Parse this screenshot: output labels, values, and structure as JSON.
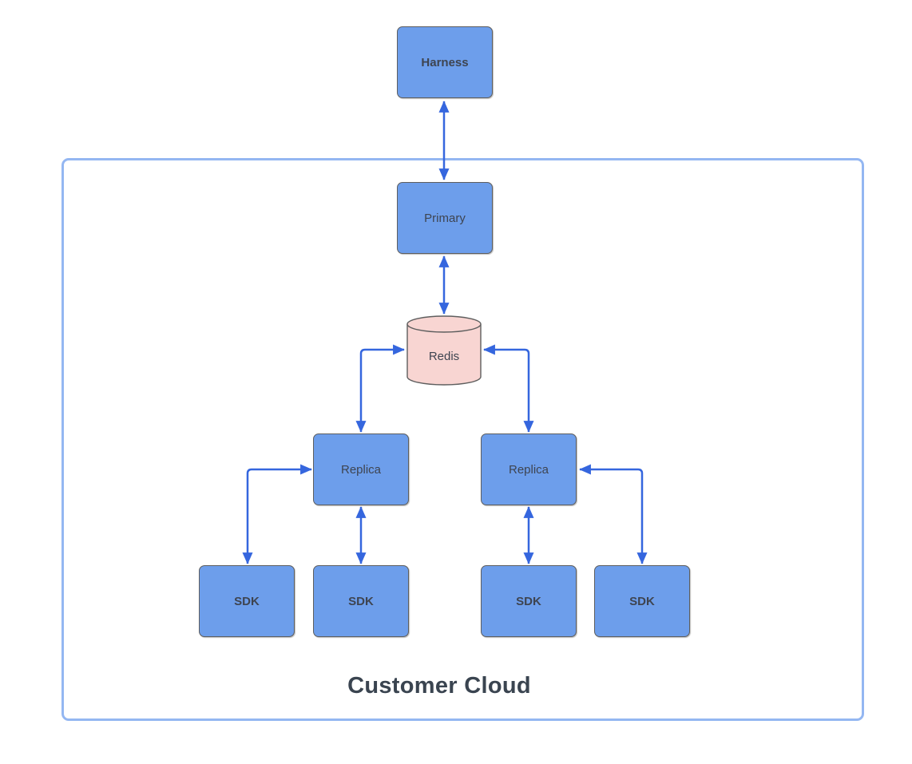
{
  "diagram": {
    "container_label": "Customer Cloud",
    "nodes": {
      "harness": {
        "label": "Harness",
        "shape": "rounded-rect",
        "emphasis": "bold"
      },
      "primary": {
        "label": "Primary",
        "shape": "rounded-rect",
        "emphasis": "normal"
      },
      "redis": {
        "label": "Redis",
        "shape": "cylinder",
        "emphasis": "normal"
      },
      "replica_left": {
        "label": "Replica",
        "shape": "rounded-rect",
        "emphasis": "normal"
      },
      "replica_right": {
        "label": "Replica",
        "shape": "rounded-rect",
        "emphasis": "normal"
      },
      "sdk_1": {
        "label": "SDK",
        "shape": "rounded-rect",
        "emphasis": "bold"
      },
      "sdk_2": {
        "label": "SDK",
        "shape": "rounded-rect",
        "emphasis": "bold"
      },
      "sdk_3": {
        "label": "SDK",
        "shape": "rounded-rect",
        "emphasis": "bold"
      },
      "sdk_4": {
        "label": "SDK",
        "shape": "rounded-rect",
        "emphasis": "bold"
      }
    },
    "edges": [
      {
        "from": "harness",
        "to": "primary",
        "bidirectional": true,
        "style": "straight-vertical"
      },
      {
        "from": "primary",
        "to": "redis",
        "bidirectional": true,
        "style": "straight-vertical"
      },
      {
        "from": "replica_left",
        "to": "redis",
        "bidirectional": true,
        "style": "elbow"
      },
      {
        "from": "replica_right",
        "to": "redis",
        "bidirectional": true,
        "style": "elbow"
      },
      {
        "from": "sdk_1",
        "to": "replica_left",
        "bidirectional": true,
        "style": "elbow"
      },
      {
        "from": "sdk_2",
        "to": "replica_left",
        "bidirectional": true,
        "style": "straight-vertical"
      },
      {
        "from": "sdk_3",
        "to": "replica_right",
        "bidirectional": true,
        "style": "straight-vertical"
      },
      {
        "from": "sdk_4",
        "to": "replica_right",
        "bidirectional": true,
        "style": "elbow"
      }
    ],
    "colors": {
      "node_fill": "#6d9eeb",
      "node_stroke": "#5e5e5e",
      "database_fill": "#f8d5d2",
      "database_stroke": "#5e5e5e",
      "arrow": "#3566de",
      "boundary_border": "#94b7f2",
      "label_text": "#3e4450",
      "background": "#ffffff"
    }
  }
}
